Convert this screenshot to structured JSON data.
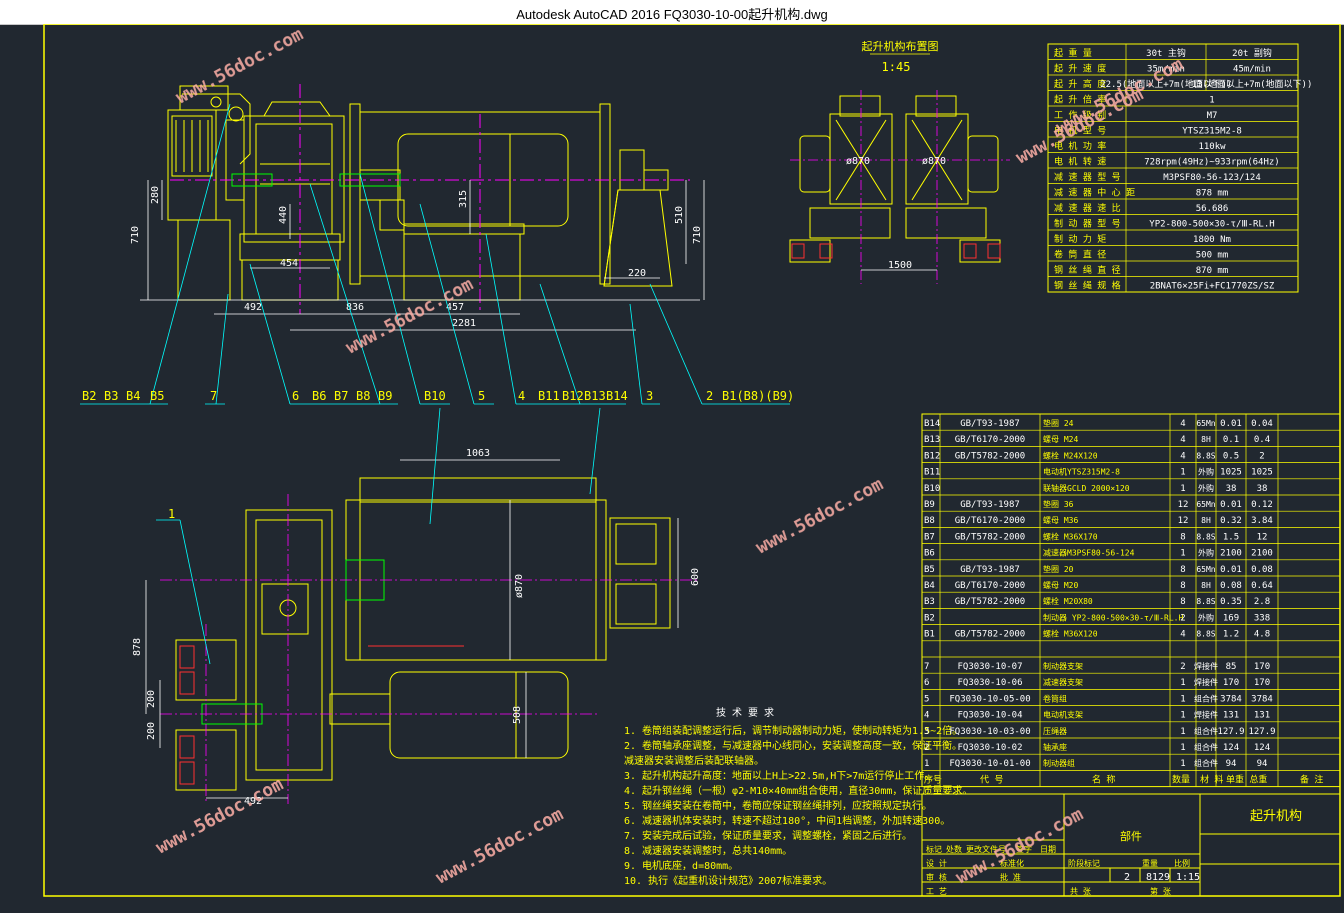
{
  "window": {
    "title": "Autodesk AutoCAD 2016     FQ3030-10-00起升机构.dwg"
  },
  "drawing": {
    "top_view_title": "起升机构布置图",
    "top_view_scale": "1:45",
    "front_dims": [
      "710",
      "280",
      "440",
      "454",
      "315",
      "510",
      "710",
      "220",
      "492",
      "836",
      "457",
      "2281"
    ],
    "plan_dims": [
      "1063",
      "ø870",
      "600",
      "878",
      "200",
      "200",
      "508",
      "492"
    ],
    "top_dims": [
      "ø870",
      "ø870",
      "1500"
    ],
    "leaders_a": [
      "B2",
      "B3",
      "B4",
      "B5",
      "7",
      "6",
      "B6",
      "B7",
      "B8",
      "B9",
      "B10",
      "5",
      "4",
      "B11",
      "B12",
      "B13",
      "B14",
      "3",
      "2",
      "B1(B8)(B9)"
    ],
    "leader_1": "1",
    "tech_title": "技 术 要 求",
    "tech_notes": [
      "1. 卷筒组装配调整运行后，调节制动器制动力矩，使制动转矩为1.5~2倍。",
      "2. 卷筒轴承座调整，与减速器中心线同心，安装调整高度一致，保证平衡。",
      "   减速器安装调整后装配联轴器。",
      "3. 起升机构起升高度：地面以上H上>22.5m,H下>7m运行停止工作。",
      "4. 起升钢丝绳（一根）φ2-M10×40mm组合使用，直径30mm，保证质量要求。",
      "5. 钢丝绳安装在卷筒中，卷筒应保证钢丝绳排列，应按照规定执行。",
      "6. 减速器机体安装时，转速不超过180°，中间1档调整，外加转速300。",
      "7. 安装完成后试验，保证质量要求，调整螺栓，紧固之后进行。",
      "8. 减速器安装调整时，总共140mm。",
      "9. 电机底座，d=80mm。",
      "10. 执行《起重机设计规范》2007标准要求。"
    ]
  },
  "spec_table": {
    "rows": [
      [
        "起 重 量",
        "30t 主钩",
        "20t 副钩"
      ],
      [
        "起 升 速 度",
        "35m/min",
        "45m/min"
      ],
      [
        "起 升 高 度",
        "22.5(地面以上+7m(地面以下))",
        "13(地面以上+7m(地面以下))"
      ],
      [
        "起 升 倍 率",
        "",
        "1"
      ],
      [
        "工 作 级 别",
        "",
        "M7"
      ],
      [
        "电 机 型 号",
        "",
        "YTSZ315M2-8"
      ],
      [
        "电 机 功 率",
        "",
        "110kw"
      ],
      [
        "电 机 转 速",
        "",
        "728rpm(49Hz)~933rpm(64Hz)"
      ],
      [
        "减 速 器 型 号",
        "",
        "M3PSF80-56-123/124"
      ],
      [
        "减 速 器 中 心 距",
        "",
        "878 mm"
      ],
      [
        "减 速 器 速 比",
        "",
        "56.686"
      ],
      [
        "制 动 器 型 号",
        "",
        "YP2-800-500×30-τ/Ⅲ-RL.H"
      ],
      [
        "制 动 力 矩",
        "",
        "1800 Nm"
      ],
      [
        "卷 筒 直 径",
        "",
        "500 mm"
      ],
      [
        "钢 丝 绳 直 径",
        "",
        "870 mm"
      ],
      [
        "钢 丝 绳 规 格",
        "",
        "2BNAT6×25Fi+FC1770ZS/SZ"
      ]
    ]
  },
  "parts_list": {
    "rows": [
      [
        "B14",
        "GB/T93-1987",
        "垫圈 24",
        "4",
        "65Mn",
        "0.01",
        "0.04"
      ],
      [
        "B13",
        "GB/T6170-2000",
        "螺母 M24",
        "4",
        "8H",
        "0.1",
        "0.4"
      ],
      [
        "B12",
        "GB/T5782-2000",
        "螺栓 M24X120",
        "4",
        "8.8S",
        "0.5",
        "2"
      ],
      [
        "B11",
        "",
        "电动机YTSZ315M2-8",
        "1",
        "外购",
        "1025",
        "1025"
      ],
      [
        "B10",
        "",
        "联轴器GCLD 2000×120",
        "1",
        "外购",
        "38",
        "38"
      ],
      [
        "B9",
        "GB/T93-1987",
        "垫圈 36",
        "12",
        "65Mn",
        "0.01",
        "0.12"
      ],
      [
        "B8",
        "GB/T6170-2000",
        "螺母 M36",
        "12",
        "8H",
        "0.32",
        "3.84"
      ],
      [
        "B7",
        "GB/T5782-2000",
        "螺栓 M36X170",
        "8",
        "8.8S",
        "1.5",
        "12"
      ],
      [
        "B6",
        "",
        "减速器M3PSF80-56-124",
        "1",
        "外购",
        "2100",
        "2100"
      ],
      [
        "B5",
        "GB/T93-1987",
        "垫圈 20",
        "8",
        "65Mn",
        "0.01",
        "0.08"
      ],
      [
        "B4",
        "GB/T6170-2000",
        "螺母 M20",
        "8",
        "8H",
        "0.08",
        "0.64"
      ],
      [
        "B3",
        "GB/T5782-2000",
        "螺栓 M20X80",
        "8",
        "8.8S",
        "0.35",
        "2.8"
      ],
      [
        "B2",
        "",
        "制动器 YP2-800-500×30-τ/Ⅲ-RL.H",
        "2",
        "外购",
        "169",
        "338"
      ],
      [
        "B1",
        "GB/T5782-2000",
        "螺栓 M36X120",
        "4",
        "8.8S",
        "1.2",
        "4.8"
      ],
      [
        "",
        "",
        "",
        "",
        "",
        "",
        ""
      ],
      [
        "7",
        "FQ3030-10-07",
        "制动器支架",
        "2",
        "焊接件",
        "85",
        "170"
      ],
      [
        "6",
        "FQ3030-10-06",
        "减速器支架",
        "1",
        "焊接件",
        "170",
        "170"
      ],
      [
        "5",
        "FQ3030-10-05-00",
        "卷筒组",
        "1",
        "组合件",
        "3784",
        "3784"
      ],
      [
        "4",
        "FQ3030-10-04",
        "电动机支架",
        "1",
        "焊接件",
        "131",
        "131"
      ],
      [
        "3",
        "FQ3030-10-03-00",
        "压绳器",
        "1",
        "组合件",
        "127.9",
        "127.9"
      ],
      [
        "2",
        "FQ3030-10-02",
        "轴承座",
        "1",
        "组合件",
        "124",
        "124"
      ],
      [
        "1",
        "FQ3030-10-01-00",
        "制动器组",
        "1",
        "组合件",
        "94",
        "94"
      ]
    ],
    "header": [
      "序号",
      "代 号",
      "名 称",
      "数量",
      "材 料",
      "单重 总重",
      "备 注"
    ]
  },
  "title_block": {
    "drawing_name": "起升机构",
    "part_label": "部件",
    "weight": "8129",
    "scale": "1:15",
    "sheet": "2",
    "labels": [
      "标记",
      "处数",
      "更改文件号",
      "签字",
      "日期",
      "设 计",
      "审 核",
      "工 艺",
      "标准化",
      "批 准",
      "阶段标记",
      "重量",
      "比例",
      "共 张",
      "第 张"
    ]
  },
  "watermarks": [
    "www.56doc.com",
    "www.56doc.com",
    "www.56doc.com",
    "www.56doc.com",
    "www.56doc.com",
    "www.56doc.com",
    "www.56doc.com",
    "www.56doc.com"
  ],
  "colors": {
    "bg": "#212830",
    "yellow": "#ffff00",
    "cyan": "#00ffff",
    "magenta": "#ff00ff",
    "white": "#ffffff",
    "red": "#ff3030",
    "green": "#00ff00",
    "watermark": "#ffb0a8"
  }
}
